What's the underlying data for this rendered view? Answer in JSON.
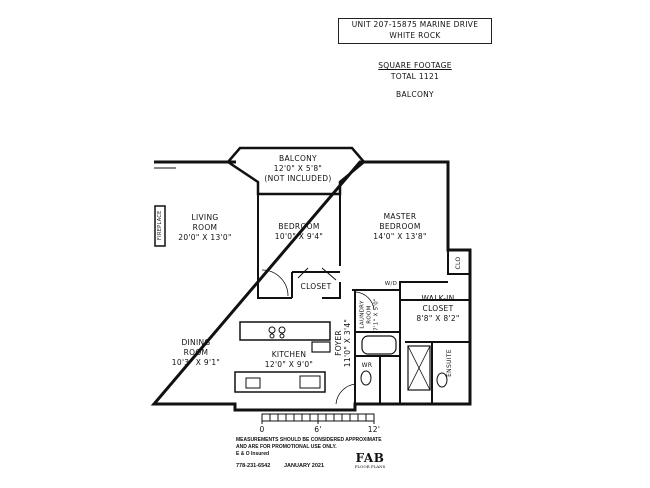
{
  "title": {
    "line1": "UNIT 207-15875 MARINE DRIVE",
    "line2": "WHITE ROCK"
  },
  "square_footage": {
    "label": "SQUARE FOOTAGE",
    "total": "TOTAL 1121"
  },
  "balcony_header": "BALCONY",
  "rooms": {
    "balcony": {
      "name": "BALCONY",
      "dims": "12'0\" X 5'8\"",
      "note": "(NOT INCLUDED)"
    },
    "living": {
      "name": "LIVING",
      "name2": "ROOM",
      "dims": "20'0\" X 13'0\""
    },
    "fireplace": "FIREPLACE",
    "bedroom": {
      "name": "BEDROOM",
      "dims": "10'0\" X 9'4\""
    },
    "master": {
      "name": "MASTER",
      "name2": "BEDROOM",
      "dims": "14'0\" X 13'8\""
    },
    "clo": "CLO",
    "closet": "CLOSET",
    "wd": "W/D",
    "laundry": {
      "name": "LAUNDRY",
      "name2": "ROOM",
      "dims": "7'1\" X 5'0\""
    },
    "walkin": {
      "name": "WALK-IN",
      "name2": "CLOSET",
      "dims": "8'8\" X 8'2\""
    },
    "dining": {
      "name": "DINING",
      "name2": "ROOM",
      "dims": "10'3\" X 9'1\""
    },
    "kitchen": {
      "name": "KITCHEN",
      "dims": "12'0\" X 9'0\""
    },
    "foyer": {
      "name": "FOYER",
      "dims": "11'0\" X 3'4\""
    },
    "ensuite": "ENSUITE",
    "wr": "WR"
  },
  "scale": {
    "zero": "0",
    "six": "6'",
    "twelve": "12'"
  },
  "disclaimer": {
    "line1": "MEASUREMENTS SHOULD BE CONSIDERED APPROXIMATE",
    "line2": "AND ARE FOR PROMOTIONAL USE ONLY.",
    "line3": "E & O Insured"
  },
  "phone": "778-231-6542",
  "date": "JANUARY 2021",
  "logo": {
    "mark": "FAB",
    "sub": "FLOOR PLANS"
  }
}
